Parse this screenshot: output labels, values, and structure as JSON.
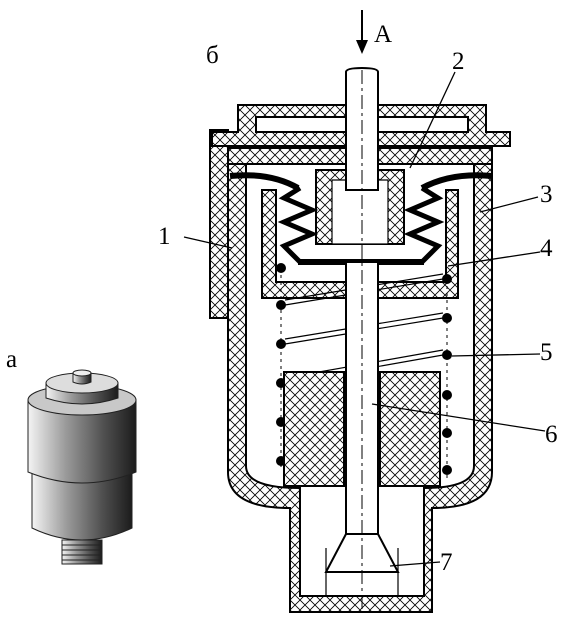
{
  "figure": {
    "view_labels": {
      "a": "а",
      "b": "б"
    },
    "arrow_label": "A",
    "callouts": [
      "1",
      "2",
      "3",
      "4",
      "5",
      "6",
      "7"
    ]
  },
  "colors": {
    "line": "#000000",
    "background": "#ffffff"
  }
}
